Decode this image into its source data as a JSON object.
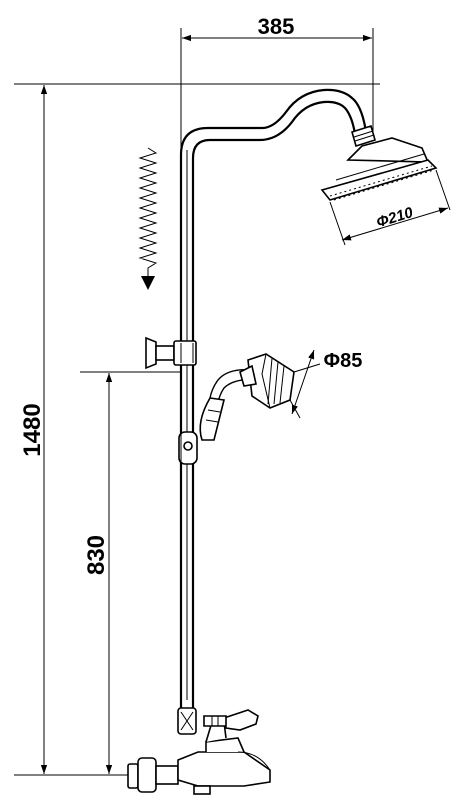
{
  "dimensions": {
    "arm_reach": "385",
    "total_height": "1480",
    "mixer_height": "830",
    "head_shower_diameter": "Φ210",
    "hand_shower_diameter": "Φ85"
  }
}
